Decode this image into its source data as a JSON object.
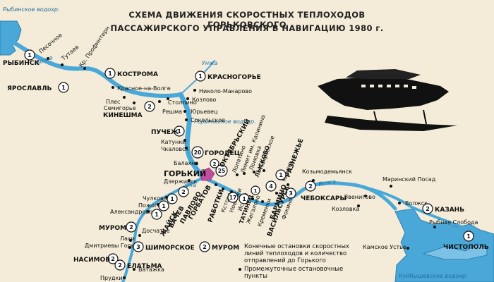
{
  "title": {
    "line1": "СХЕМА ДВИЖЕНИЯ СКОРОСТНЫХ ТЕПЛОХОДОВ ГОРЬКОВСКОГО",
    "line2": "ПАССАЖИРСКОГО УПРАВЛЕНИЯ В НАВИГАЦИЮ 1980 г."
  },
  "colors": {
    "paper": "#f4ecd8",
    "water": "#4aa8d8",
    "water_dark": "#2d7fb0",
    "text": "#111111",
    "gorky": "#c0509f"
  },
  "water_labels": {
    "rybinsk_res": "Рыбинское водохр.",
    "volga_top": "Волга",
    "gorky_res": "Горьковское водохр.",
    "oka": "Ока",
    "volga_east": "Волга",
    "kuibyshev_res": "Куйбышевское водохр.",
    "unzha": "Унжа"
  },
  "terminals": [
    {
      "name": "РЫБИНСК",
      "count": "1"
    },
    {
      "name": "ЯРОСЛАВЛЬ",
      "count": "1"
    },
    {
      "name": "КОСТРОМА",
      "count": "1"
    },
    {
      "name": "КИНЕШМА",
      "count": "2"
    },
    {
      "name": "КРАСНОГОРЬЕ",
      "count": "1"
    },
    {
      "name": "ПУЧЕЖ",
      "count": "1"
    },
    {
      "name": "ГОРОДЕЦ",
      "count": "20"
    },
    {
      "name": "ГОРЬКИЙ",
      "count": "25"
    },
    {
      "name": "ЧЕБОКСАРЫ",
      "count": "2"
    },
    {
      "name": "КАЗАНЬ",
      "count": "2"
    },
    {
      "name": "ЧИСТОПОЛЬ",
      "count": "1"
    },
    {
      "name": "МУРОМ",
      "count": "2"
    },
    {
      "name": "ШИМОРСКОЕ",
      "count": "3"
    },
    {
      "name": "НАСИМОВ",
      "count": "2"
    },
    {
      "name": "ЕЛАТЬМА",
      "count": "2"
    },
    {
      "name": "ГОРБАТОВ",
      "count": "2"
    },
    {
      "name": "ПАВЛОВО",
      "count": "1"
    },
    {
      "name": "ВАЧЕВ",
      "count": "1"
    },
    {
      "name": "ЖАЙСК",
      "count": "1"
    },
    {
      "name": "РАБОТКИ",
      "count": "17"
    },
    {
      "name": "ТАТИНЕЦ",
      "count": "1"
    },
    {
      "name": "БАРМИНО",
      "count": "4"
    },
    {
      "name": "ВАСИЛЬСУРСК",
      "count": "3"
    },
    {
      "name": "РАЗНЕЖЬЕ",
      "count": "1"
    },
    {
      "name": "ОКТЯБРЬСКИЙ",
      "count": "2"
    },
    {
      "name": "ЛЫСКОВО",
      "count": "1"
    }
  ],
  "stops": [
    "Песочное",
    "Тутаев",
    "Кр. Профинтерн",
    "Красное-на-Волге",
    "Плес",
    "Семигорье",
    "Решма",
    "Столпино",
    "Козлово",
    "Николо-Макарово",
    "Юрьевец",
    "Сокольское",
    "Катунки",
    "Чкаловск",
    "Балахна",
    "Дзержинск",
    "Чулково",
    "Пожога",
    "Александрово",
    "Досчатое",
    "Лахи",
    "Дмитриевы Горы",
    "Ватажка",
    "Прудки",
    "Кстово",
    "Новинки",
    "Исады",
    "Лопатино",
    "Лимит им. Калинина",
    "Ломовка",
    "Покровское",
    "Жегалово",
    "Кременки",
    "Фокино",
    "Юрино",
    "Козьмодемьянск",
    "Звенигово",
    "Маринский Посад",
    "Козловка",
    "Волжск",
    "Рыбная Слобода",
    "Камское Устье"
  ],
  "legend": {
    "badge_count": "2",
    "badge_name": "МУРОМ",
    "terminal_line1": "Конечные остановки скоростных",
    "terminal_line2": "линий теплоходов и количество",
    "terminal_line3": "отправлений до Горького",
    "stop_line1": "Промежуточные остановочные",
    "stop_line2": "пункты"
  }
}
